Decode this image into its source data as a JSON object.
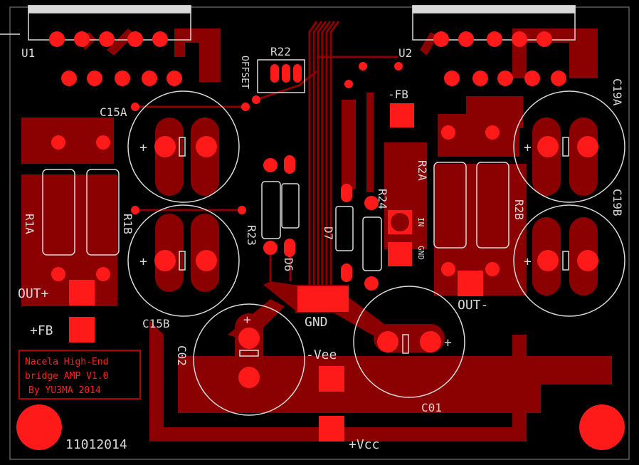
{
  "colors": {
    "background": "#000000",
    "copper": "#8b0000",
    "pad": "#ff1a1a",
    "silk": "#d9d9d9",
    "note": "#b00000"
  },
  "labels": {
    "u1": "U1",
    "u2": "U2",
    "r22": "R22",
    "offset": "OFFSET",
    "fb_minus": "-FB",
    "c15a": "C15A",
    "c15b": "C15B",
    "c19a": "C19A",
    "c19b": "C19B",
    "r1a": "R1A",
    "r1b": "R1B",
    "r2a": "R2A",
    "r2b": "R2B",
    "r23": "R23",
    "r24": "R24",
    "d6": "D6",
    "d7": "D7",
    "in": "IN",
    "gnd_small": "GND",
    "gnd": "GND",
    "out_plus": "OUT+",
    "fb_plus": "+FB",
    "out_minus": "OUT-",
    "c02": "C02",
    "c01": "C01",
    "vee": "-Vee",
    "vcc": "+Vcc",
    "date": "11012014",
    "note_line1": "Nacela High-End",
    "note_line2": "bridge AMP V1.0",
    "note_line3": "By YU3MA 2014",
    "plus": "+"
  }
}
